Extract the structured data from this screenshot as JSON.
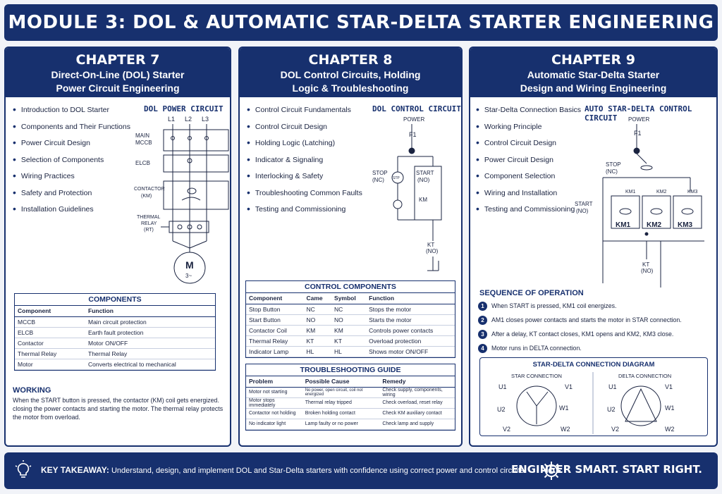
{
  "module_title": "MODULE 3: DOL & AUTOMATIC STAR-DELTA STARTER ENGINEERING",
  "ch7": {
    "chapter": "CHAPTER 7",
    "subtitle_1": "Direct-On-Line (DOL) Starter",
    "subtitle_2": "Power Circuit Engineering",
    "topics": [
      "Introduction to DOL Starter",
      "Components and Their Functions",
      "Power Circuit Design",
      "Selection of Components",
      "Wiring Practices",
      "Safety and Protection",
      "Installation Guidelines"
    ],
    "diagram_title": "DOL POWER CIRCUIT",
    "labels": {
      "l1": "L1",
      "l2": "L2",
      "l3": "L3",
      "main": "MAIN",
      "mccb": "MCCB",
      "elcb": "ELCB",
      "contactor": "CONTACTOR",
      "km": "(KM)",
      "thermal": "THERMAL",
      "relay": "RELAY",
      "rt": "(RT)",
      "motor_m": "M",
      "motor_3": "3~"
    },
    "components_title": "COMPONENTS",
    "components_headers": [
      "Component",
      "Function"
    ],
    "components_rows": [
      [
        "MCCB",
        "Main circuit protection"
      ],
      [
        "ELCB",
        "Earth fault protection"
      ],
      [
        "Contactor",
        "Motor ON/OFF"
      ],
      [
        "Thermal Relay",
        "Thermal Relay"
      ],
      [
        "Motor",
        "Converts electrical to mechanical"
      ]
    ],
    "working_title": "WORKING",
    "working_text": "When the START button is pressed, the contactor (KM) coil gets energized. closing the power contacts and starting the motor. The thermal relay protects the motor from overload."
  },
  "ch8": {
    "chapter": "CHAPTER 8",
    "subtitle_1": "DOL Control Circuits, Holding",
    "subtitle_2": "Logic & Troubleshooting",
    "topics": [
      "Control Circuit Fundamentals",
      "Control Circuit Design",
      "Holding Logic (Latching)",
      "Indicator & Signaling",
      "Interlocking & Safety",
      "Troubleshooting Common Faults",
      "Testing and Commissioning"
    ],
    "diagram_title": "DOL CONTROL CIRCUIT",
    "labels": {
      "power": "POWER",
      "f1": "F1",
      "stop": "STOP",
      "nc": "(NC)",
      "start": "START",
      "no": "(NO)",
      "km": "KM",
      "kt": "KT",
      "stp": "STP"
    },
    "control_title": "CONTROL COMPONENTS",
    "control_headers": [
      "Component",
      "Came",
      "Symbol",
      "Function"
    ],
    "control_rows": [
      [
        "Stop Button",
        "NC",
        "NC",
        "Stops the motor"
      ],
      [
        "Start Button",
        "NO",
        "NO",
        "Starts the motor"
      ],
      [
        "Contactor Coil",
        "KM",
        "KM",
        "Controls power contacts"
      ],
      [
        "Thermal Relay",
        "KT",
        "KT",
        "Overload protection"
      ],
      [
        "Indicator Lamp",
        "HL",
        "HL",
        "Shows motor ON/OFF"
      ]
    ],
    "trouble_title": "TROUBLESHOOTING GUIDE",
    "trouble_headers": [
      "Problem",
      "Possible Cause",
      "Remedy"
    ],
    "trouble_rows": [
      [
        "Motor not starting",
        "No power, open circuit, coil not energized",
        "Check supply, components, wiring"
      ],
      [
        "Motor stops immediately",
        "Thermal relay tripped",
        "Check overload, reset relay"
      ],
      [
        "Contactor not holding",
        "Broken holding contact",
        "Check KM auxiliary contact"
      ],
      [
        "No indicator light",
        "Lamp faulty or no power",
        "Check lamp and supply"
      ]
    ]
  },
  "ch9": {
    "chapter": "CHAPTER 9",
    "subtitle_1": "Automatic Star-Delta Starter",
    "subtitle_2": "Design and Wiring Engineering",
    "topics": [
      "Star-Delta Connection Basics",
      "Working Principle",
      "Control Circuit Design",
      "Power Circuit Design",
      "Component Selection",
      "Wiring and Installation",
      "Testing and Commissioning"
    ],
    "diagram_title": "AUTO STAR-DELTA CONTROL CIRCUIT",
    "labels": {
      "power": "POWER",
      "f1": "F1",
      "stop": "STOP",
      "nc": "(NC)",
      "start": "START",
      "no": "(NO)",
      "km1": "KM1",
      "km2": "KM2",
      "km3": "KM3",
      "kt": "KT"
    },
    "sequence_title": "SEQUENCE OF OPERATION",
    "sequence": [
      "When START is pressed, KM1 coil energizes.",
      "AM1 closes power contacts and starts the motor in STAR connection.",
      "After a delay, KT contact closes, KM1 opens and KM2, KM3 close.",
      "Motor runs in DELTA connection."
    ],
    "sd_title": "STAR-DELTA CONNECTION DIAGRAM",
    "star_title": "STAR CONNECTION",
    "delta_title": "DELTA CONNECTION",
    "terminals": {
      "u1": "U1",
      "v1": "V1",
      "u2": "U2",
      "w1": "W1",
      "v2": "V2",
      "w2": "W2"
    }
  },
  "footer": {
    "key_label": "KEY TAKEAWAY:",
    "key_text": "Understand, design, and implement DOL and Star-Delta starters with confidence using correct power and control circuits.",
    "slogan": "ENGINEER SMART. START RIGHT."
  },
  "colors": {
    "navy": "#17306e",
    "ink": "#1a2340",
    "panel": "#ffffff",
    "background": "#f1f3f8"
  }
}
